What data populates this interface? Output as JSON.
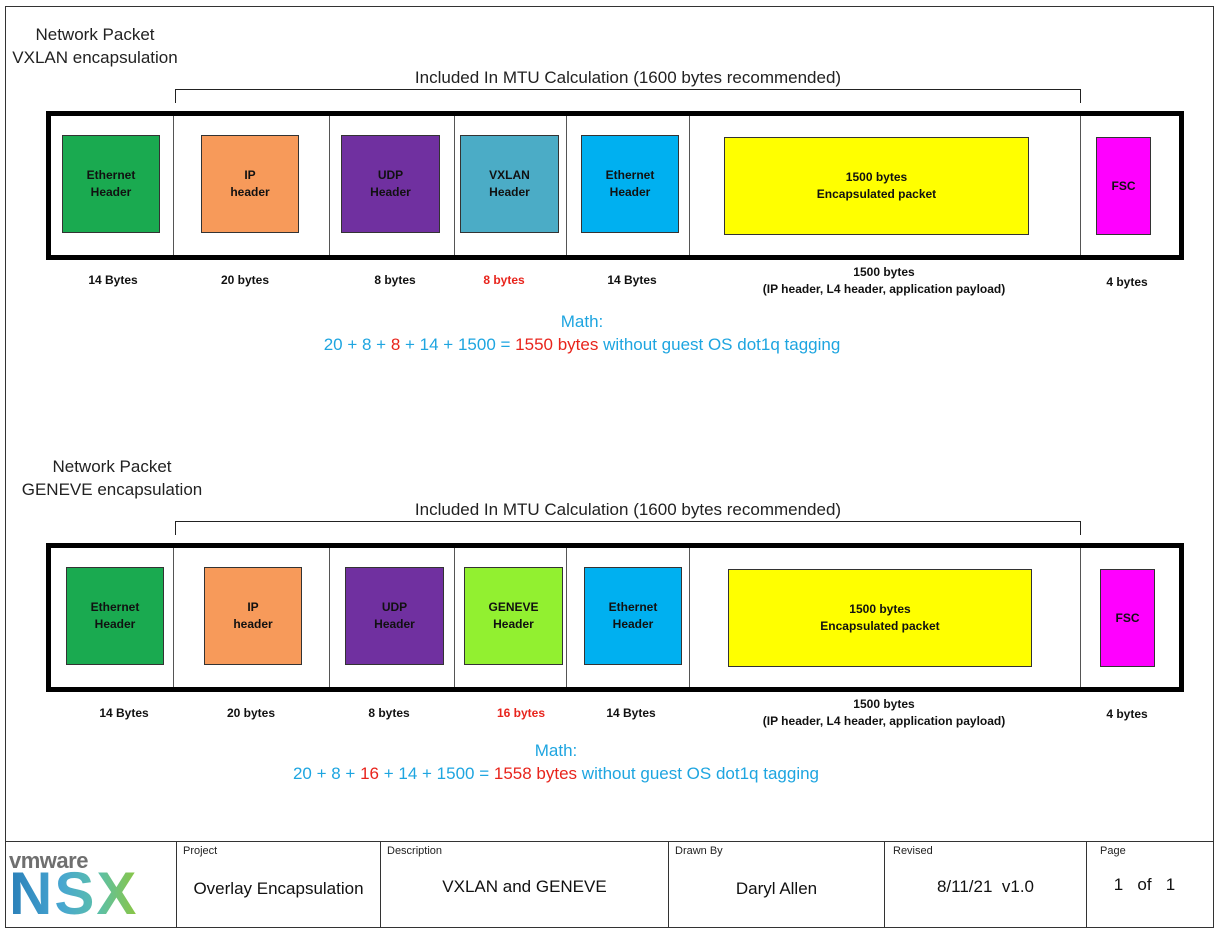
{
  "colors": {
    "ethernet_outer": "#1aaa50",
    "ip": "#f79a5a",
    "udp": "#7030a0",
    "vxlan": "#4bacc6",
    "geneve": "#92f030",
    "ethernet_inner": "#00b0f0",
    "payload": "#ffff00",
    "fsc": "#ff00ff",
    "math_blue": "#1ea5e0",
    "math_red": "#e8241c"
  },
  "vxlan_section": {
    "title_line1": "Network Packet",
    "title_line2": "VXLAN encapsulation",
    "mtu_label": "Included In MTU Calculation (1600 bytes recommended)",
    "fields": [
      {
        "line1": "Ethernet",
        "line2": "Header",
        "color": "ethernet_outer"
      },
      {
        "line1": "IP",
        "line2": "header",
        "color": "ip"
      },
      {
        "line1": "UDP",
        "line2": "Header",
        "color": "udp"
      },
      {
        "line1": "VXLAN",
        "line2": "Header",
        "color": "vxlan"
      },
      {
        "line1": "Ethernet",
        "line2": "Header",
        "color": "ethernet_inner"
      },
      {
        "line1": "1500 bytes",
        "line2": "Encapsulated packet",
        "color": "payload"
      },
      {
        "line1": "FSC",
        "line2": "",
        "color": "fsc"
      }
    ],
    "sizes": [
      "14 Bytes",
      "20 bytes",
      "8 bytes",
      "8 bytes",
      "14 Bytes",
      "1500 bytes",
      "4 bytes"
    ],
    "payload_note": "(IP header, L4 header, application payload)",
    "math_title": "Math:",
    "math_prefix": "20 + 8 + ",
    "math_red_term": "8",
    "math_middle": " + 14 + 1500 = ",
    "math_result": "1550 bytes",
    "math_suffix": " without guest OS dot1q tagging"
  },
  "geneve_section": {
    "title_line1": "Network Packet",
    "title_line2": "GENEVE encapsulation",
    "mtu_label": "Included In MTU Calculation (1600 bytes recommended)",
    "fields": [
      {
        "line1": "Ethernet",
        "line2": "Header",
        "color": "ethernet_outer"
      },
      {
        "line1": "IP",
        "line2": "header",
        "color": "ip"
      },
      {
        "line1": "UDP",
        "line2": "Header",
        "color": "udp"
      },
      {
        "line1": "GENEVE",
        "line2": "Header",
        "color": "geneve"
      },
      {
        "line1": "Ethernet",
        "line2": "Header",
        "color": "ethernet_inner"
      },
      {
        "line1": "1500 bytes",
        "line2": "Encapsulated packet",
        "color": "payload"
      },
      {
        "line1": "FSC",
        "line2": "",
        "color": "fsc"
      }
    ],
    "sizes": [
      "14 Bytes",
      "20 bytes",
      "8 bytes",
      "16 bytes",
      "14 Bytes",
      "1500 bytes",
      "4 bytes"
    ],
    "payload_note": "(IP header, L4 header, application payload)",
    "math_title": "Math:",
    "math_prefix": "20 + 8 + ",
    "math_red_term": "16",
    "math_middle": " + 14 + 1500 = ",
    "math_result": "1558 bytes",
    "math_suffix": " without guest OS dot1q tagging"
  },
  "title_block": {
    "logo_vm": "vmware",
    "logo_nsx": "NSX",
    "project_label": "Project",
    "project_value": "Overlay Encapsulation",
    "description_label": "Description",
    "description_value": "VXLAN and GENEVE",
    "drawn_by_label": "Drawn By",
    "drawn_by_value": "Daryl Allen",
    "revised_label": "Revised",
    "revised_value": "8/11/21  v1.0",
    "page_label": "Page",
    "page_value": "1   of   1"
  }
}
